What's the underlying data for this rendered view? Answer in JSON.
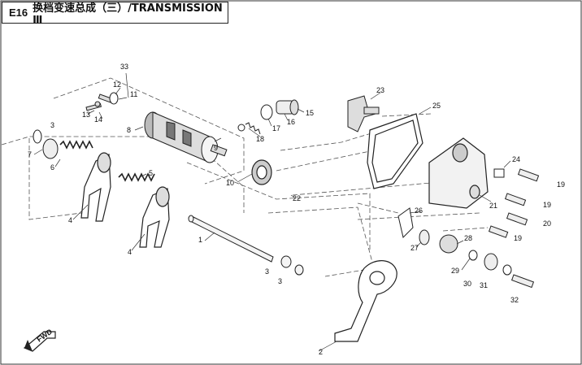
{
  "header": {
    "code": "E16",
    "title": "换档变速总成（三）/TRANSMISSION Ⅲ"
  },
  "diagram": {
    "callouts": [
      {
        "id": "c33",
        "label": "33"
      },
      {
        "id": "c12",
        "label": "12"
      },
      {
        "id": "c11",
        "label": "11"
      },
      {
        "id": "c13",
        "label": "13"
      },
      {
        "id": "c14",
        "label": "14"
      },
      {
        "id": "c8",
        "label": "8"
      },
      {
        "id": "c3a",
        "label": "3"
      },
      {
        "id": "c7",
        "label": "7"
      },
      {
        "id": "c6",
        "label": "6"
      },
      {
        "id": "c9",
        "label": "9"
      },
      {
        "id": "c18",
        "label": "18"
      },
      {
        "id": "c17",
        "label": "17"
      },
      {
        "id": "c16",
        "label": "16"
      },
      {
        "id": "c15",
        "label": "15"
      },
      {
        "id": "c10",
        "label": "10"
      },
      {
        "id": "c5",
        "label": "5"
      },
      {
        "id": "c4a",
        "label": "4"
      },
      {
        "id": "c4b",
        "label": "4"
      },
      {
        "id": "c1",
        "label": "1"
      },
      {
        "id": "c22",
        "label": "22"
      },
      {
        "id": "c3b",
        "label": "3"
      },
      {
        "id": "c3c",
        "label": "3"
      },
      {
        "id": "c23",
        "label": "23"
      },
      {
        "id": "c25",
        "label": "25"
      },
      {
        "id": "c24",
        "label": "24"
      },
      {
        "id": "c19a",
        "label": "19"
      },
      {
        "id": "c19b",
        "label": "19"
      },
      {
        "id": "c21",
        "label": "21"
      },
      {
        "id": "c20",
        "label": "20"
      },
      {
        "id": "c19c",
        "label": "19"
      },
      {
        "id": "c26",
        "label": "26"
      },
      {
        "id": "c27",
        "label": "27"
      },
      {
        "id": "c28",
        "label": "28"
      },
      {
        "id": "c29",
        "label": "29"
      },
      {
        "id": "c30",
        "label": "30"
      },
      {
        "id": "c31",
        "label": "31"
      },
      {
        "id": "c32",
        "label": "32"
      },
      {
        "id": "c2",
        "label": "2"
      }
    ],
    "direction_badge": "FWD"
  }
}
